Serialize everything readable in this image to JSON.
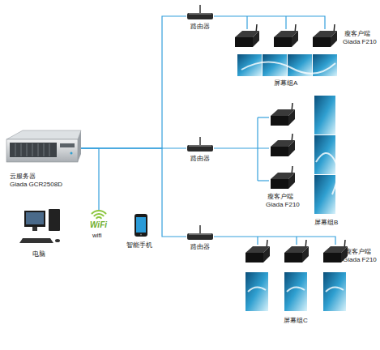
{
  "diagram": {
    "nodes": [
      {
        "text": [
          "云服务器",
          "Giada GCR2508D"
        ]
      },
      {
        "text": [
          "路由器"
        ]
      },
      {
        "text": [
          "瘦客户端",
          "Giada F210"
        ]
      },
      {
        "text": [
          "屏幕组A"
        ]
      },
      {
        "text": [
          "路由器"
        ]
      },
      {
        "text": [
          "瘦客户端",
          "Giada F210"
        ]
      },
      {
        "text": [
          "屏幕组B"
        ]
      },
      {
        "text": [
          "路由器"
        ]
      },
      {
        "text": [
          "瘦客户端",
          "Giada F210"
        ]
      },
      {
        "text": [
          "屏幕组C"
        ]
      },
      {
        "text": [
          "电脑"
        ]
      },
      {
        "text": [
          "wifi"
        ]
      },
      {
        "text": [
          "智能手机"
        ]
      }
    ],
    "edges": [
      {
        "from": 0,
        "to": 1,
        "arrow": "none"
      },
      {
        "from": 0,
        "to": 4,
        "arrow": "none"
      },
      {
        "from": 0,
        "to": 7,
        "arrow": "none"
      },
      {
        "from": 0,
        "to": 11,
        "arrow": "none"
      },
      {
        "from": 1,
        "to": 2,
        "arrow": "none"
      },
      {
        "from": 4,
        "to": 5,
        "arrow": "none"
      },
      {
        "from": 7,
        "to": 8,
        "arrow": "none"
      }
    ],
    "labels": [
      "WiFi"
    ]
  }
}
